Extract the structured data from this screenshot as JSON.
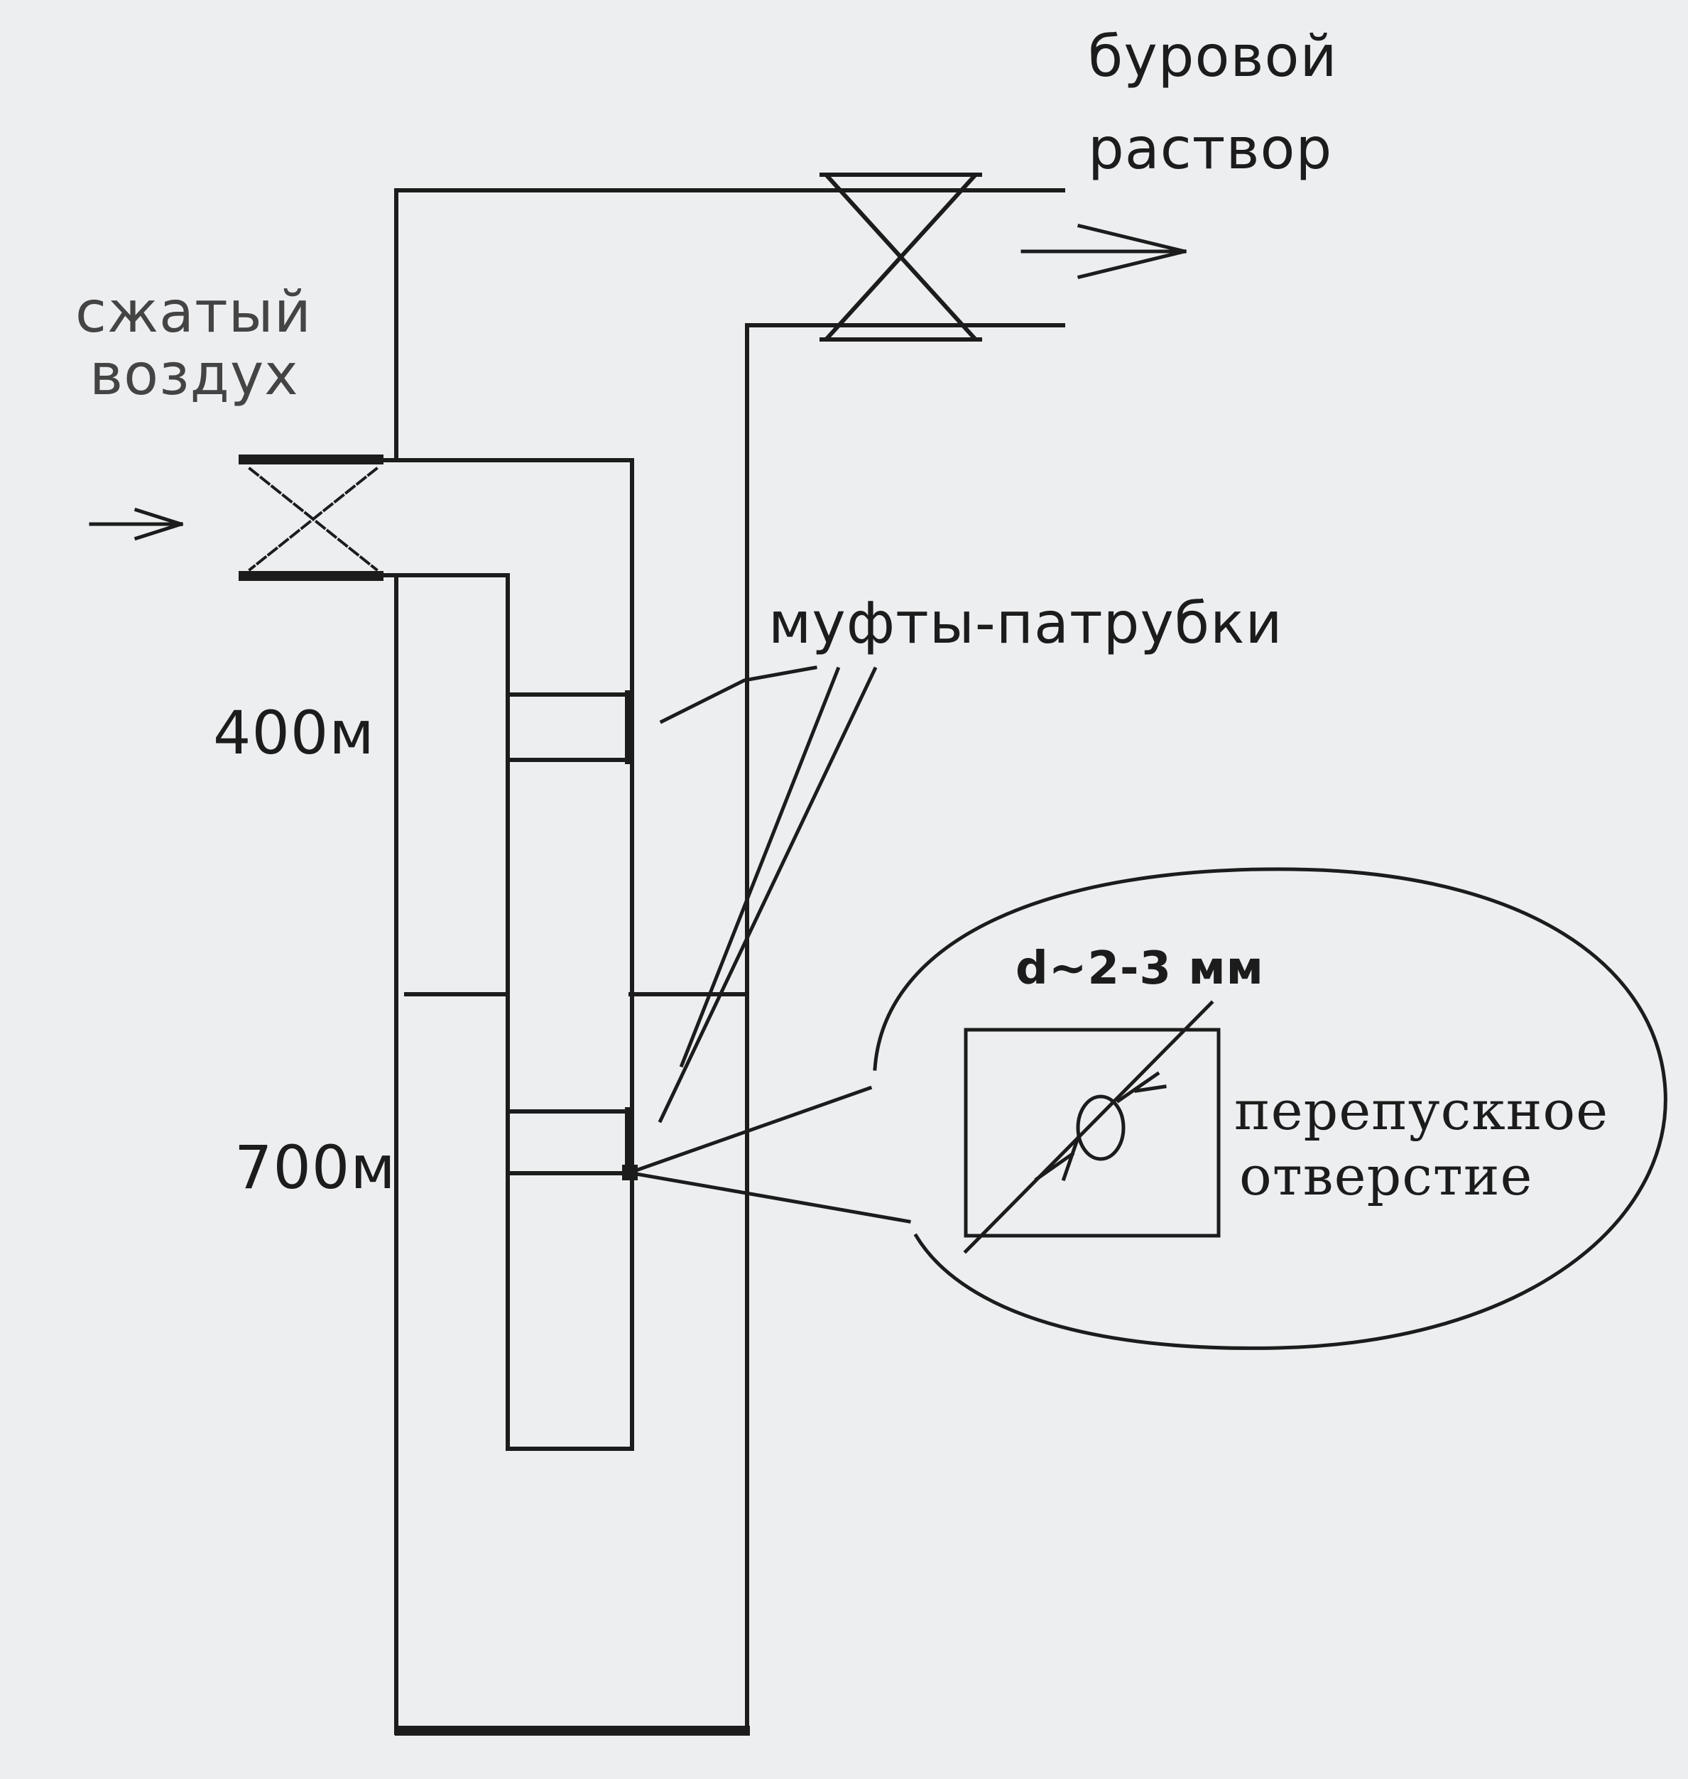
{
  "labels": {
    "drilling_mud_line1": "буровой",
    "drilling_mud_line2": "раствор",
    "compressed_air_line1": "сжатый",
    "compressed_air_line2": "воздух",
    "couplings": "муфты-патрубки",
    "depth_400": "400м",
    "depth_700": "700м",
    "hole_diameter": "d~2-3 мм",
    "bypass_line1": "перепускное",
    "bypass_line2": "отверстие"
  },
  "colors": {
    "background": "#eceef0",
    "line": "#1c1c1c"
  }
}
